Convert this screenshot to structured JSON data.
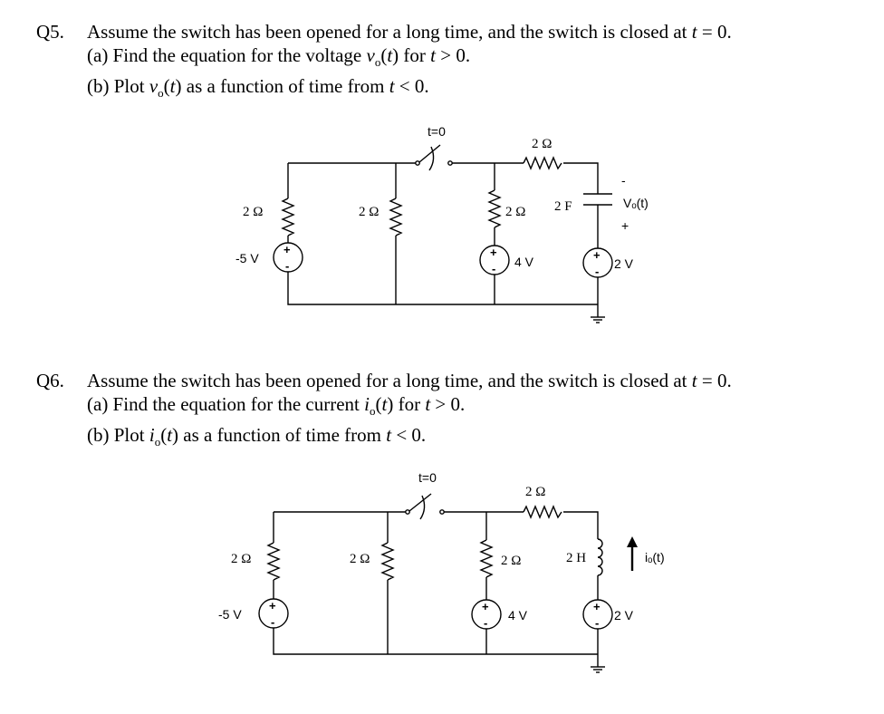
{
  "q5": {
    "number": "Q5.",
    "statement_a": "Assume the switch has been opened for a long time, and the switch is closed at ",
    "t": "t",
    "statement_b": " = 0.",
    "part_a_prefix": "(a) Find the equation for the voltage ",
    "part_a_var": "v",
    "part_a_subscript": "o",
    "part_a_mid": "(",
    "part_a_t": "t",
    "part_a_suffix": ") for ",
    "part_a_t2": "t",
    "part_a_end": " > 0.",
    "part_b_prefix": "(b) Plot ",
    "part_b_var": "v",
    "part_b_subscript": "o",
    "part_b_mid": "(",
    "part_b_t": "t",
    "part_b_suffix": ") as a function of time from ",
    "part_b_t2": "t",
    "part_b_end": " < 0.",
    "circuit": {
      "switch_label": "t=0",
      "r_series": "2 Ω",
      "r1": "2 Ω",
      "r2": "2 Ω",
      "r3": "2 Ω",
      "source1": "-5 V",
      "source2": "4 V",
      "source3": "2 V",
      "capacitor": "2 F",
      "output": "Vₒ(t)",
      "output_minus": "-",
      "output_plus": "+"
    }
  },
  "q6": {
    "number": "Q6.",
    "statement_a": "Assume the switch has been opened for a long time, and the switch is closed at ",
    "t": "t",
    "statement_b": " = 0.",
    "part_a_prefix": "(a) Find the equation for the current ",
    "part_a_var": "i",
    "part_a_subscript": "o",
    "part_a_mid": "(",
    "part_a_t": "t",
    "part_a_suffix": ") for ",
    "part_a_t2": "t",
    "part_a_end": " > 0.",
    "part_b_prefix": "(b) Plot ",
    "part_b_var": "i",
    "part_b_subscript": "o",
    "part_b_mid": "(",
    "part_b_t": "t",
    "part_b_suffix": ") as a function of time from ",
    "part_b_t2": "t",
    "part_b_end": " < 0.",
    "circuit": {
      "switch_label": "t=0",
      "r_series": "2 Ω",
      "r1": "2 Ω",
      "r2": "2 Ω",
      "r3": "2 Ω",
      "source1": "-5 V",
      "source2": "4 V",
      "source3": "2 V",
      "inductor": "2 H",
      "output": "iₒ(t)"
    }
  }
}
